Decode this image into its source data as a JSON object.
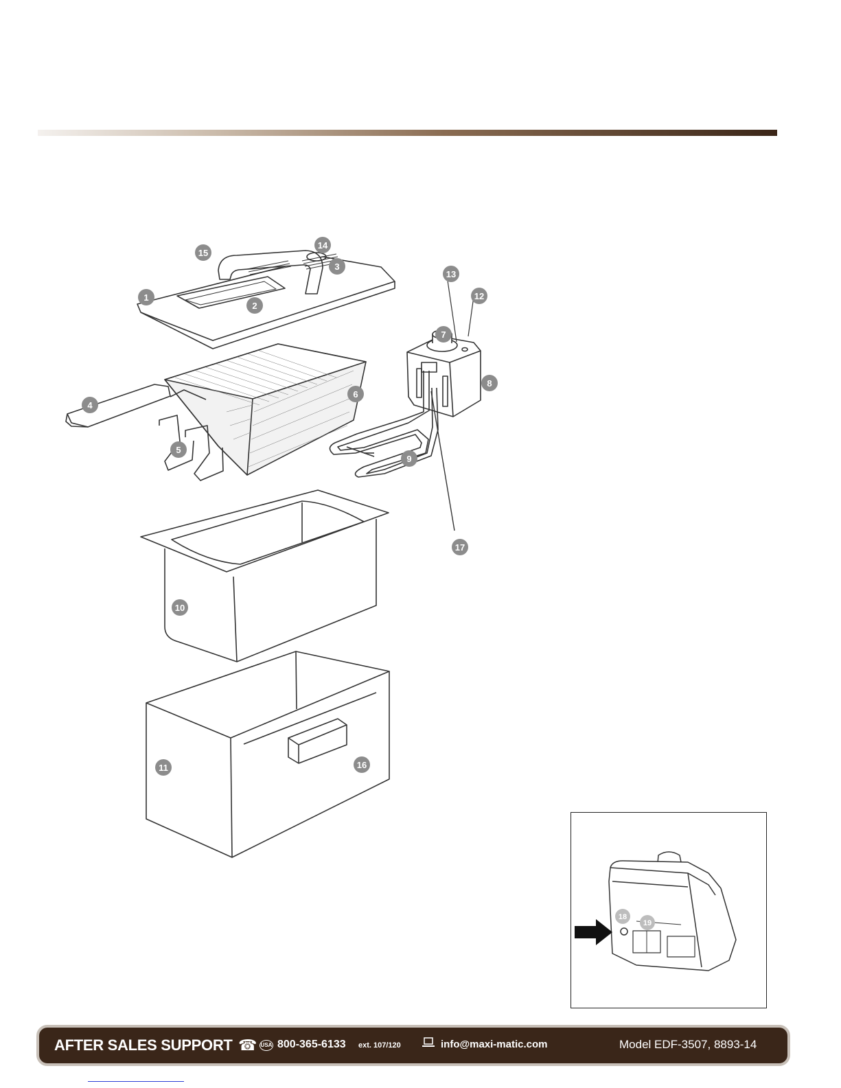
{
  "diagram": {
    "callouts": [
      "1",
      "2",
      "3",
      "4",
      "5",
      "6",
      "7",
      "8",
      "9",
      "10",
      "11",
      "12",
      "13",
      "14",
      "15",
      "16",
      "17"
    ],
    "inset_callouts": [
      "18",
      "19"
    ]
  },
  "footer": {
    "support_label": "AFTER SALES SUPPORT",
    "phone_icon": "telephone-icon",
    "usa_badge": "USA",
    "phone": "800-365-6133",
    "extension": "ext. 107/120",
    "email_icon": "laptop-icon",
    "email": "info@maxi-matic.com",
    "model": "Model EDF-3507, 8893-14"
  },
  "colors": {
    "footer_bg": "#3a2619",
    "callout_fill": "#8c8c8c",
    "rule_dark": "#3b2618"
  }
}
